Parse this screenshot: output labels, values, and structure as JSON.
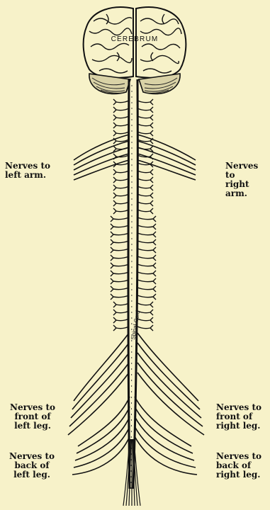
{
  "diagram": {
    "brain_label": "CEREBRUM",
    "spinal_cord_label": "Spinal Cord",
    "labels": {
      "left_arm": "Nerves to\nleft arm.",
      "right_arm": "Nerves to\nright arm.",
      "front_left_leg": "Nerves to\nfront of\nleft leg.",
      "front_right_leg": "Nerves to\nfront of\nright leg.",
      "back_left_leg": "Nerves to\nback of\nleft leg.",
      "back_right_leg": "Nerves to\nback of\nright leg."
    }
  },
  "colors": {
    "background": "#f7f2c9",
    "ink": "#111111"
  }
}
